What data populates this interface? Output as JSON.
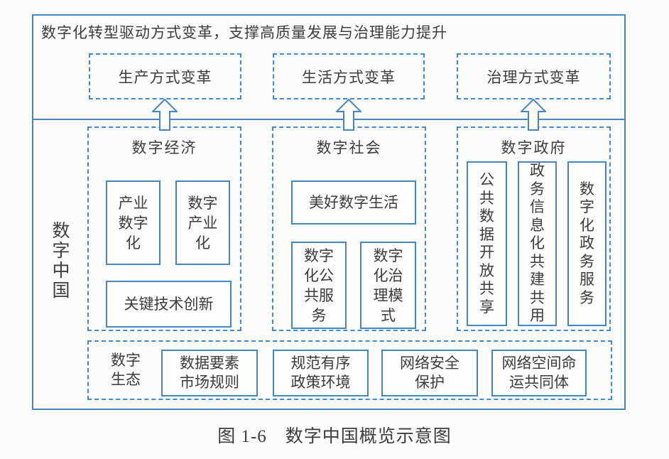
{
  "banner": {
    "title": "数字化转型驱动方式变革，支撑高质量发展与治理能力提升"
  },
  "outcomes": [
    {
      "label": "生产方式变革"
    },
    {
      "label": "生活方式变革"
    },
    {
      "label": "治理方式变革"
    }
  ],
  "side_label": "数字中国",
  "sections": [
    {
      "title": "数字经济",
      "items": [
        "产业数字化",
        "数字产业化",
        "关键技术创新"
      ]
    },
    {
      "title": "数字社会",
      "items": [
        "美好数字生活",
        "数字化公共服务",
        "数字化治理模式"
      ]
    },
    {
      "title": "数字政府",
      "items": [
        "公共数据开放共享",
        "政务信息化共建共用",
        "数字化政务服务"
      ]
    }
  ],
  "ecosystem": {
    "label": "数字生态",
    "items": [
      "数据要素市场规则",
      "规范有序政策环境",
      "网络安全保护",
      "网络空间命运共同体"
    ]
  },
  "caption": "图 1-6　数字中国概览示意图",
  "colors": {
    "line_solid": "#4586c7",
    "line_dashed": "#3f8ad6",
    "text": "#3c3c3c"
  }
}
